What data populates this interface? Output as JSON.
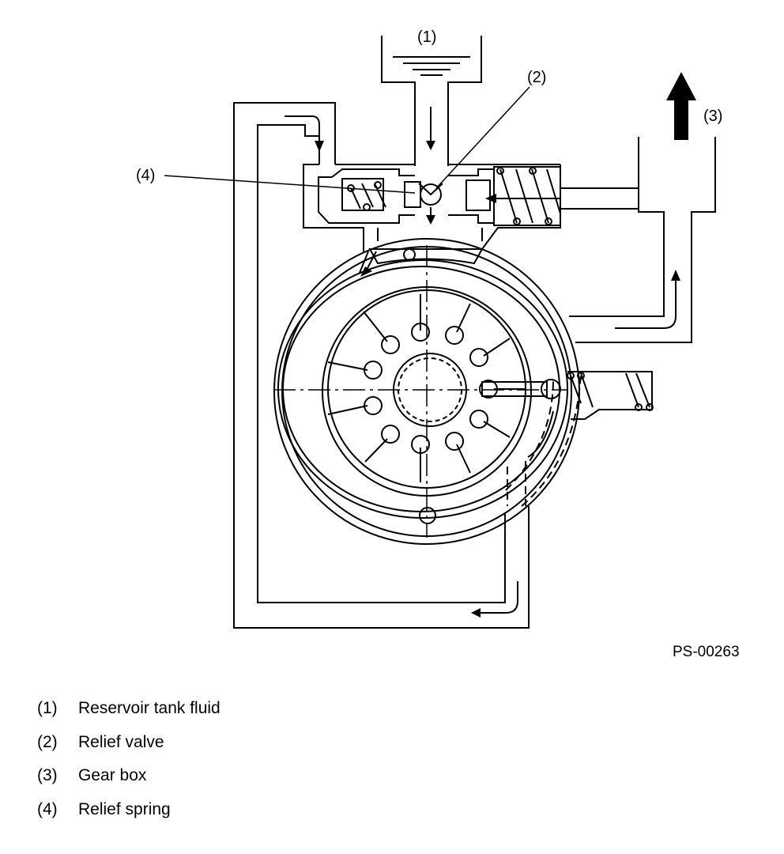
{
  "diagram": {
    "callouts": [
      "(1)",
      "(2)",
      "(3)",
      "(4)"
    ],
    "figure_id": "PS-00263"
  },
  "legend": [
    {
      "num": "(1)",
      "label": "Reservoir tank fluid"
    },
    {
      "num": "(2)",
      "label": "Relief valve"
    },
    {
      "num": "(3)",
      "label": "Gear box"
    },
    {
      "num": "(4)",
      "label": "Relief spring"
    }
  ]
}
